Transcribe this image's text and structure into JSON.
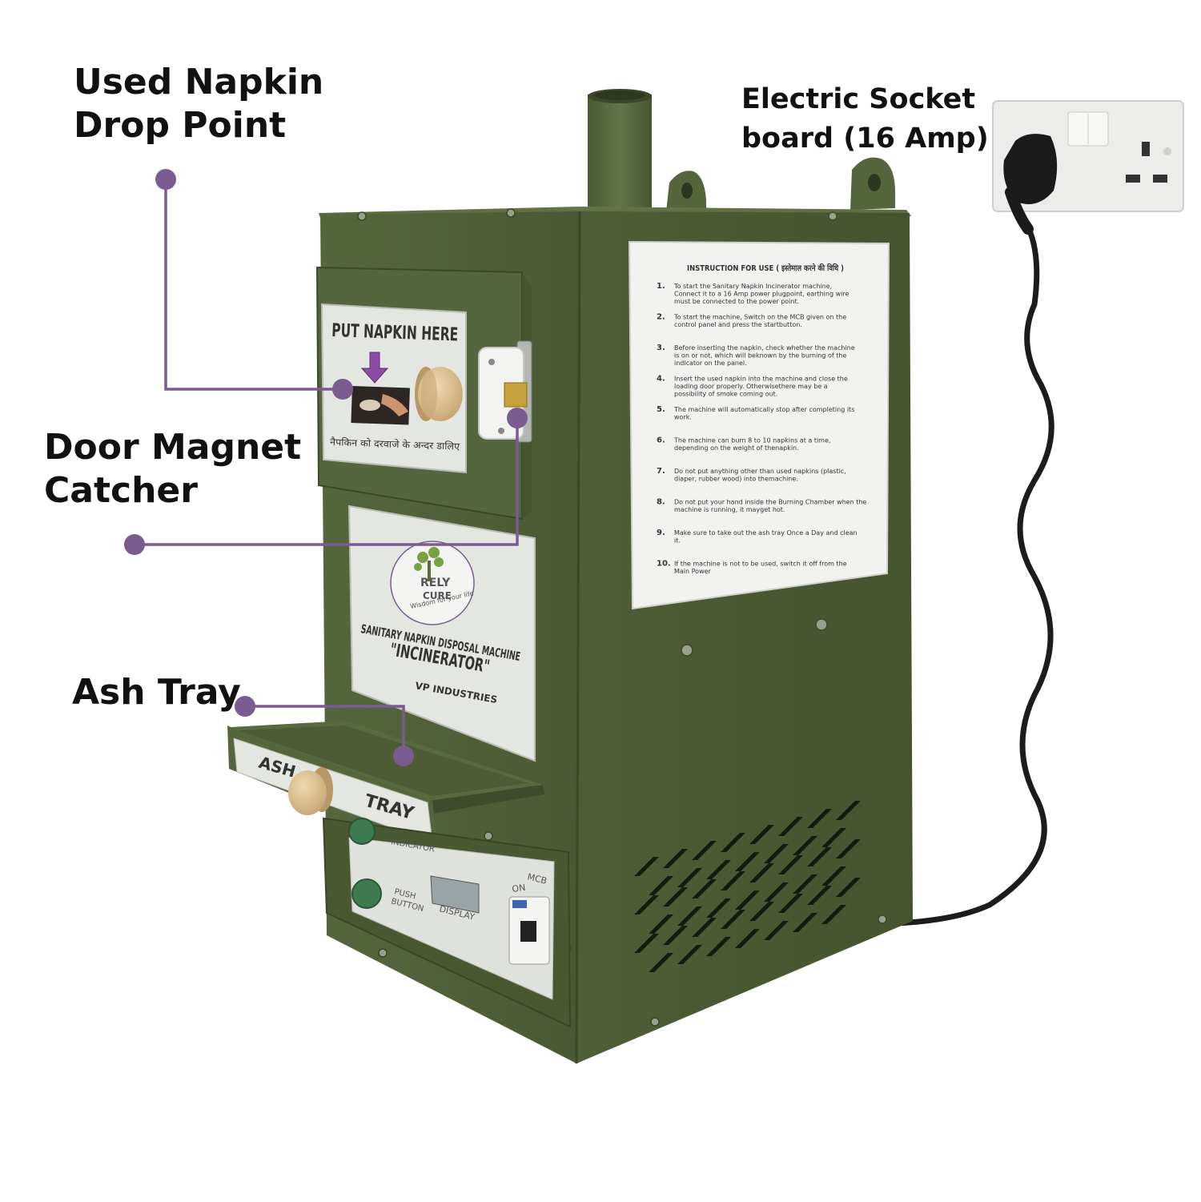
{
  "callouts": {
    "drop_point": {
      "line1": "Used Napkin",
      "line2": "Drop Point"
    },
    "door_magnet": {
      "line1": "Door Magnet",
      "line2": "Catcher"
    },
    "ash_tray": {
      "line1": "Ash Tray"
    },
    "socket": {
      "line1": "Electric Socket",
      "line2": "board (16 Amp)"
    }
  },
  "machine": {
    "door_label": "PUT NAPKIN HERE",
    "door_label_hindi": "नैपकिन को दरवाजे के अन्दर डालिए",
    "brand_line1": "RELY",
    "brand_line2": "CURE",
    "tagline": "Wisdom for your life",
    "product_line": "SANITARY NAPKIN DISPOSAL MACHINE",
    "product_name": "\"INCINERATOR\"",
    "maker": "VP INDUSTRIES",
    "tray_label_1": "ASH",
    "tray_label_2": "TRAY",
    "panel_indicator": "INDICATOR",
    "panel_push_1": "PUSH",
    "panel_push_2": "BUTTON",
    "panel_display": "DISPLAY",
    "panel_on": "ON",
    "panel_mcb": "MCB"
  },
  "instructions": {
    "title": "INSTRUCTION FOR USE ( इस्तेमाल करने की विधि )",
    "items": [
      {
        "num": "1.",
        "text": "To start the Sanitary Napkin Incinerator machine, Connect it to a 16 Amp power plugpoint, earthing wire must be connected to the power point."
      },
      {
        "num": "2.",
        "text": "To start the machine, Switch on the MCB given on the control panel and press the startbutton."
      },
      {
        "num": "3.",
        "text": "Before inserting the napkin, check whether the machine is on or not, which will beknown by the burning of the indicator on the panel."
      },
      {
        "num": "4.",
        "text": "Insert the used napkin into the machine and close the loading door properly. Otherwisethere may be a possibility of smoke coming out."
      },
      {
        "num": "5.",
        "text": "The machine will automatically stop after completing its work."
      },
      {
        "num": "6.",
        "text": "The machine can burn 8 to 10 napkins at a time, depending on the weight of thenapkin."
      },
      {
        "num": "7.",
        "text": "Do not put anything other than used napkins (plastic, diaper, rubber wood) into themachine."
      },
      {
        "num": "8.",
        "text": "Do not put your hand inside the Burning Chamber when the machine is running, it mayget hot."
      },
      {
        "num": "9.",
        "text": "Make sure to take out the ash tray Once a Day and clean it."
      },
      {
        "num": "10.",
        "text": "If the machine is not to be used, switch it off from the Main Power"
      }
    ]
  },
  "colors": {
    "body": "#4f5e36",
    "body_dark": "#3f4b2b",
    "callout_line": "#7a5c91",
    "label_bg": "#e4e6e1"
  }
}
